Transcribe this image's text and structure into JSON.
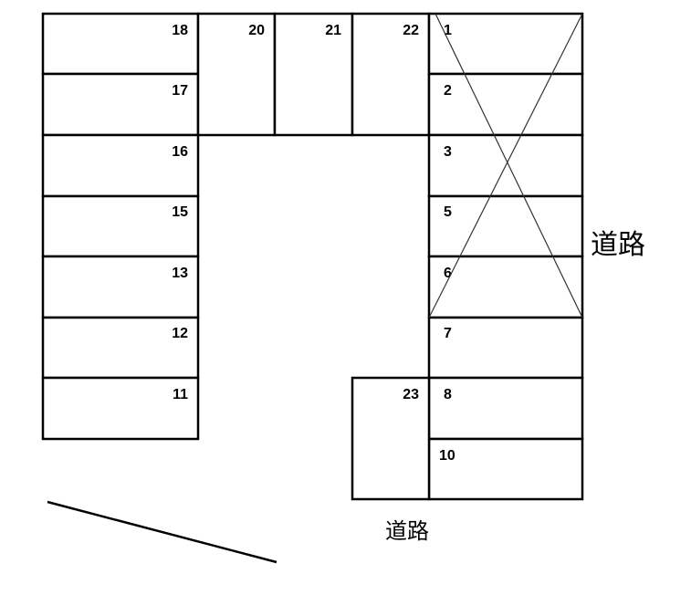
{
  "road_labels": {
    "right": "道路",
    "bottom": "道路"
  },
  "spaces": {
    "s1": "1",
    "s2": "2",
    "s3": "3",
    "s5": "5",
    "s6": "6",
    "s7": "7",
    "s8": "8",
    "s10": "10",
    "s11": "11",
    "s12": "12",
    "s13": "13",
    "s15": "15",
    "s16": "16",
    "s17": "17",
    "s18": "18",
    "s20": "20",
    "s21": "21",
    "s22": "22",
    "s23": "23"
  },
  "colors": {
    "line": "#000000",
    "cross": "#333333",
    "background": "#ffffff"
  }
}
